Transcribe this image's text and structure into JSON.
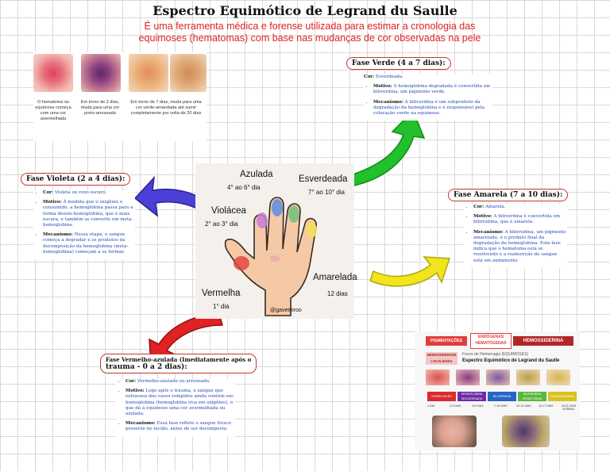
{
  "title": "Espectro Equimótico de Legrand du Saulle",
  "subtitle": "É uma ferramenta médica e forense utilizada para estimar a cronologia das equimoses (hematomas) com base nas mudanças de cor observadas na pele",
  "photo_captions": [
    "O hematoma ou equimose começa com uma cor avermelhada",
    "Em torno de 2 dias, muda para uma cor preto-arroxeada",
    "Em torno de 7 dias, muda para uma cor verde-amarelada até sumir completamente por volta de 20 dias"
  ],
  "hand": {
    "labels": {
      "azulada": "Azulada",
      "azulada_days": "4° ao 6° dia",
      "esverdeada": "Esverdeada",
      "esverdeada_days": "7° ao 10° dia",
      "violacea": "Violácea",
      "violacea_days": "2° ao 3° dia",
      "amarelada": "Amarelada",
      "amarelada_days": "12 dias",
      "vermelha": "Vermelha",
      "vermelha_days": "1° dia",
      "credit": "@gaveteiroo"
    }
  },
  "phases": {
    "verde": {
      "title": "Fase Verde (4 a 7 dias):",
      "cor_label": "Cor:",
      "cor": "Esverdeada.",
      "motivo_label": "Motivo:",
      "motivo": "A hemoglobina degradada é convertida em biliverdina, um pigmento verde.",
      "mecanismo_label": "Mecanismo:",
      "mecanismo": "A biliverdina é um subproduto da degradação da hemoglobina e é responsável pela coloração verde na equimose."
    },
    "violeta": {
      "title": "Fase Violeta (2 a 4 dias):",
      "cor_label": "Cor:",
      "cor": "Violeta ou roxo escuro.",
      "motivo_label": "Motivo:",
      "motivo": "À medida que o oxigênio é consumido, a hemoglobina passa para a forma desoxi-hemoglobina, que é mais escura, e também se converte em meta-hemoglobina.",
      "mecanismo_label": "Mecanismo:",
      "mecanismo": "Nessa etapa, o sangue começa a degradar e os produtos da decomposição da hemoglobina (meta-hemoglobina) começam a se formar."
    },
    "amarela": {
      "title": "Fase Amarela (7 a 10 dias):",
      "cor_label": "Cor:",
      "cor": "Amarela.",
      "motivo_label": "Motivo:",
      "motivo": "A biliverdina é convertida em bilirrubina, que é amarela.",
      "mecanismo_label": "Mecanismo:",
      "mecanismo": "A bilirrubina, um pigmento amarelado, é o produto final da degradação da hemoglobina. Esta fase indica que o hematoma está se resolvendo e a reabsorção do sangue está em andamento"
    },
    "vermelha": {
      "title_line1": "Fase Vermelho-azulada (Imediatamente após o",
      "title_line2": "trauma - 0 a 2 dias):",
      "cor_label": "Cor:",
      "cor": "Vermelho-azulado ou arroxeado.",
      "motivo_label": "Motivo:",
      "motivo": "Logo após o trauma, o sangue que extravasa dos vasos rompidos ainda contém oxi-hemoglobina (hemoglobina rica em oxigênio), o que dá à equimose uma cor avermelhada ou azulada.",
      "mecanismo_label": "Mecanismo:",
      "mecanismo": "Essa fase reflete o sangue fresco presente no tecido, antes de ser decomposto."
    }
  },
  "infographic": {
    "tab1": "PIGMENTAÇÕES",
    "tab2": "ENDÓGENAS HEMATÓGENAS",
    "tab3": "HEMOSSIDERINA",
    "box_left": "HEMOSSIDEROSE LOCALIZADA",
    "line1": "Focos de Hemorragia (EQUIMOSES)",
    "line2": "Espectro Equimótico de Legrand du Saulle",
    "stages": [
      "VERMELHIDÃO",
      "HEMOGLOBINA DEOXIGENADA",
      "BILIVERDINA",
      "BILIRRUBINA HEMATOIDINA",
      "HEMOSSIDERINA"
    ],
    "days": [
      "1 DIA",
      "2-3 DIAS",
      "4-6 DIAS",
      "7-10 DIAS",
      "10-12 DIAS",
      "13-17 DIAS",
      "18-21 DIAS NORMAL"
    ],
    "colors": [
      "#d92b2b",
      "#6e2aa8",
      "#2566c4",
      "#58b83c",
      "#d9c21e"
    ]
  }
}
